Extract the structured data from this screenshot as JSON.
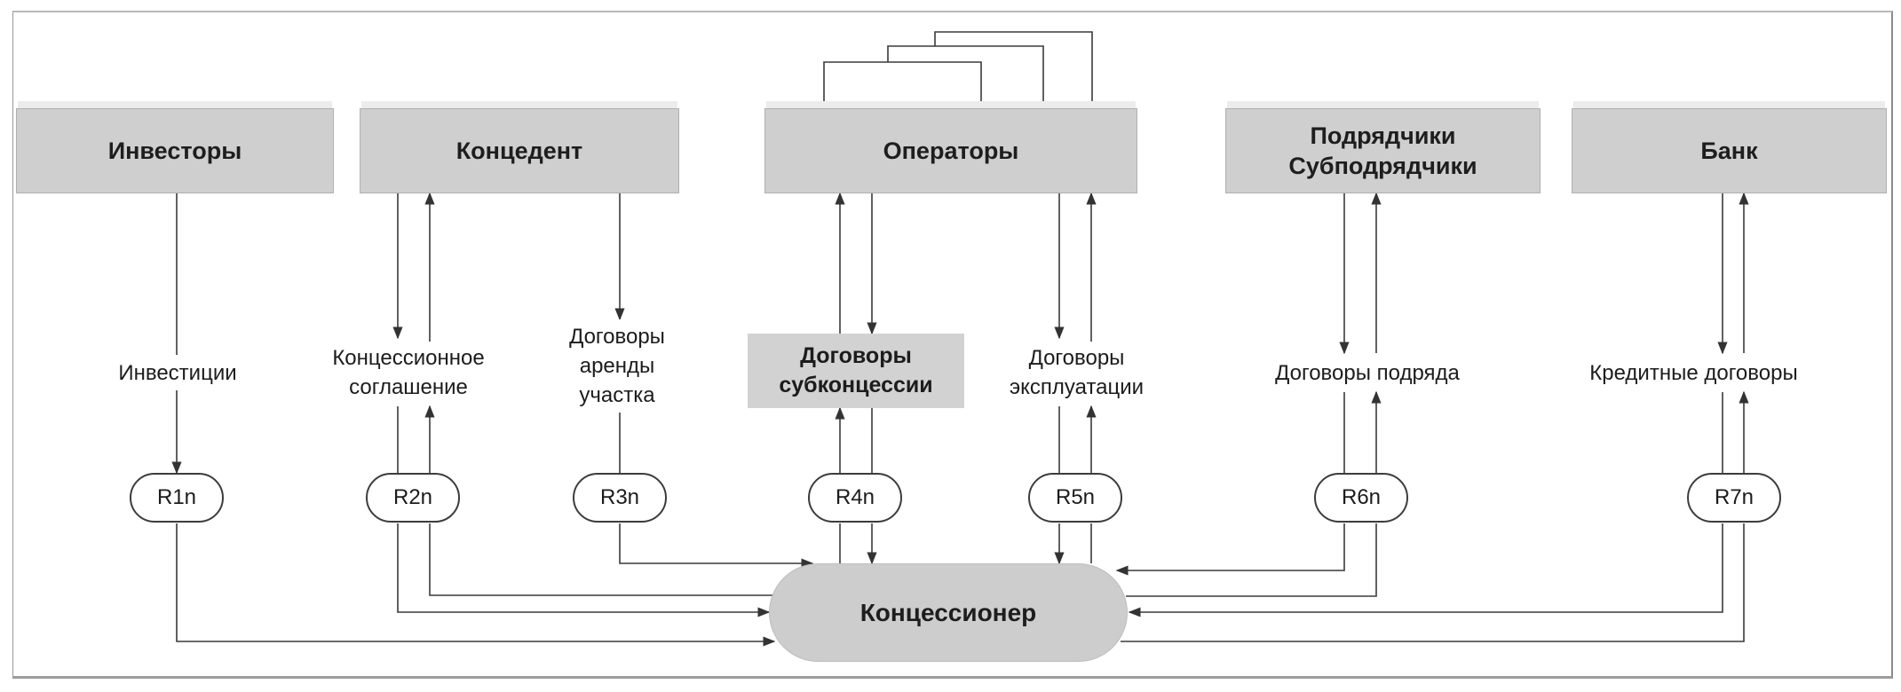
{
  "diagram": {
    "title": "",
    "colors": {
      "box_fill": "#cfcfcf",
      "line": "#3a3a3a",
      "background": "#ffffff"
    },
    "parties": [
      {
        "id": "investors",
        "label": "Инвесторы"
      },
      {
        "id": "concedent",
        "label": "Концедент"
      },
      {
        "id": "operators",
        "label": "Операторы",
        "stacked_multiple": true
      },
      {
        "id": "contractors",
        "label": "Подрядчики Субподрядчики",
        "lines": [
          "Подрядчики",
          "Субподрядчики"
        ]
      },
      {
        "id": "bank",
        "label": "Банк"
      }
    ],
    "contracts": [
      {
        "id": "investments",
        "lines": [
          "Инвестиции"
        ],
        "text": "Инвестиции"
      },
      {
        "id": "concession_agreement",
        "lines": [
          "Концессионное",
          "соглашение"
        ],
        "text": "Концессионное соглашение"
      },
      {
        "id": "lease",
        "lines": [
          "Договоры",
          "аренды",
          "участка"
        ],
        "text": "Договоры аренды участка"
      },
      {
        "id": "subconcession",
        "lines": [
          "Договоры",
          "субконцессии"
        ],
        "text": "Договоры субконцессии",
        "highlighted": true
      },
      {
        "id": "operation",
        "lines": [
          "Договоры",
          "эксплуатации"
        ],
        "text": "Договоры эксплуатации"
      },
      {
        "id": "construction",
        "lines": [
          "Договоры подряда"
        ],
        "text": "Договоры подряда"
      },
      {
        "id": "credit",
        "lines": [
          "Кредитные договоры"
        ],
        "text": "Кредитные договоры"
      }
    ],
    "risks": [
      "R1n",
      "R2n",
      "R3n",
      "R4n",
      "R5n",
      "R6n",
      "R7n"
    ],
    "center": {
      "label": "Концессионер"
    },
    "edges": [
      {
        "from": "investors",
        "to": "concessioner",
        "via": [
          "investments",
          "R1n"
        ],
        "direction": "one-way"
      },
      {
        "from": "concedent",
        "to": "concessioner",
        "via": [
          "concession_agreement",
          "R2n"
        ],
        "direction": "two-way"
      },
      {
        "from": "concedent",
        "to": "concessioner",
        "via": [
          "lease",
          "R3n"
        ],
        "direction": "one-way"
      },
      {
        "from": "operators",
        "to": "concessioner",
        "via": [
          "subconcession",
          "R4n"
        ],
        "direction": "two-way"
      },
      {
        "from": "operators",
        "to": "concessioner",
        "via": [
          "operation",
          "R5n"
        ],
        "direction": "two-way"
      },
      {
        "from": "contractors",
        "to": "concessioner",
        "via": [
          "construction",
          "R6n"
        ],
        "direction": "two-way"
      },
      {
        "from": "bank",
        "to": "concessioner",
        "via": [
          "credit",
          "R7n"
        ],
        "direction": "two-way"
      }
    ]
  }
}
